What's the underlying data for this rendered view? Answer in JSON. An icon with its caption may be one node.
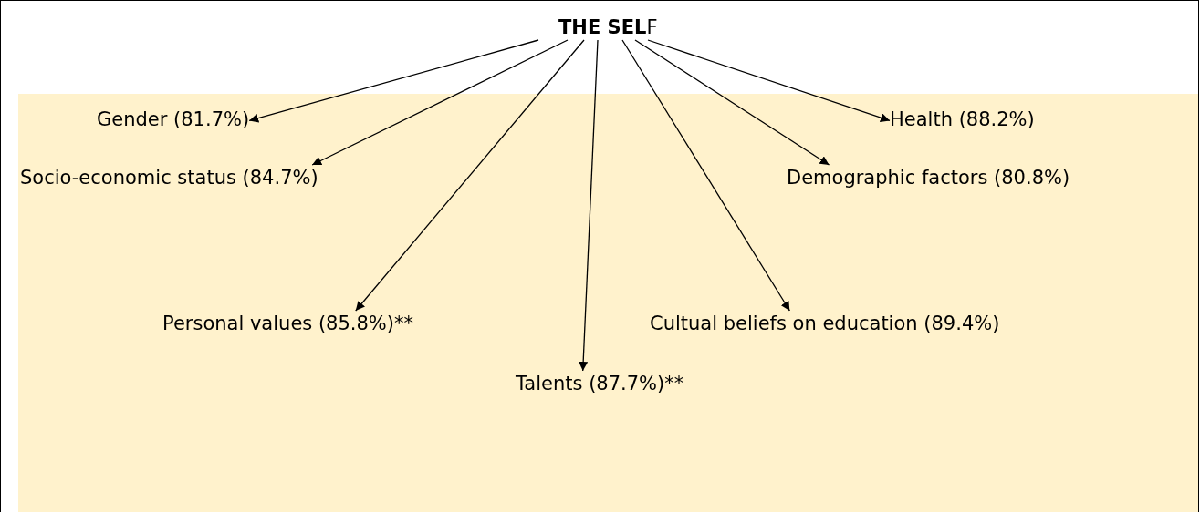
{
  "diagram": {
    "nodes": [
      {
        "text": [
          "**THE SEL**F"
        ]
      },
      {
        "text": [
          "Gender (81.7%)"
        ]
      },
      {
        "text": [
          "Health (88.2%)"
        ]
      },
      {
        "text": [
          "Socio-economic status (84.7%)"
        ]
      },
      {
        "text": [
          "Demographic factors (80.8%)"
        ]
      },
      {
        "text": [
          "Personal values (85.8%)**"
        ]
      },
      {
        "text": [
          "Cultual beliefs on education (89.4%)"
        ]
      },
      {
        "text": [
          "Talents (87.7%)**"
        ]
      }
    ],
    "edges": [
      {
        "from": 0,
        "to": 1,
        "arrow": "to"
      },
      {
        "from": 0,
        "to": 2,
        "arrow": "to"
      },
      {
        "from": 0,
        "to": 3,
        "arrow": "to"
      },
      {
        "from": 0,
        "to": 4,
        "arrow": "to"
      },
      {
        "from": 0,
        "to": 5,
        "arrow": "to"
      },
      {
        "from": 0,
        "to": 6,
        "arrow": "to"
      },
      {
        "from": 0,
        "to": 7,
        "arrow": "to"
      }
    ]
  }
}
